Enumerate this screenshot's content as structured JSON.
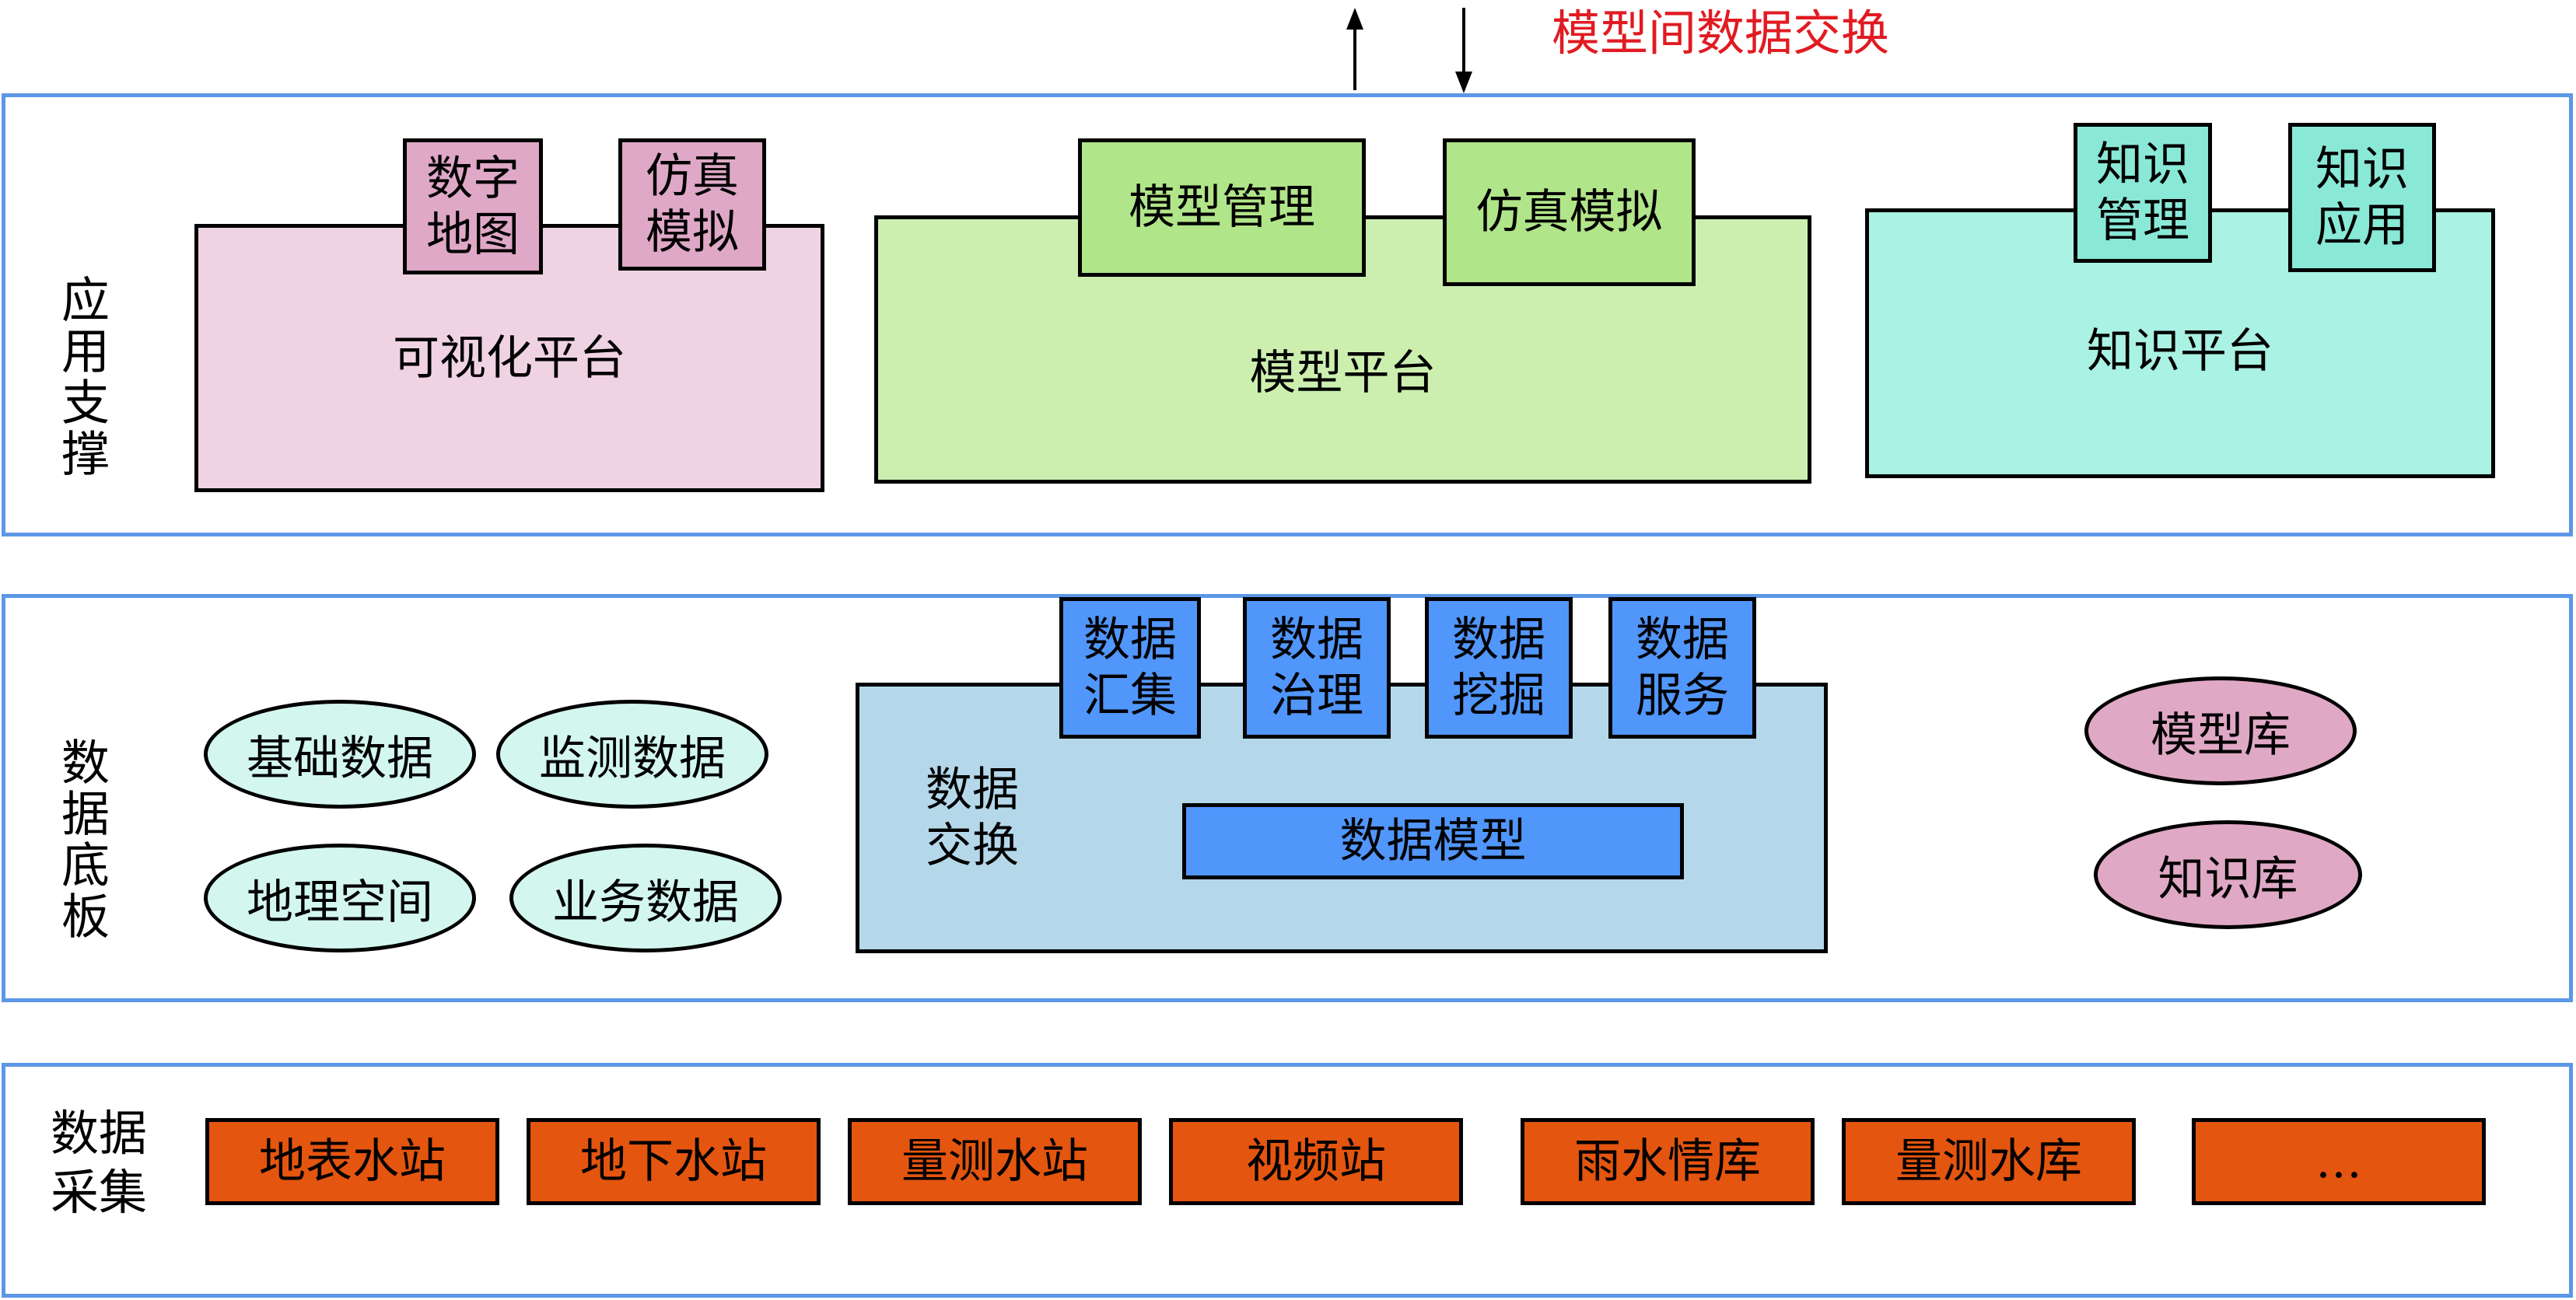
{
  "header": {
    "exchange_label": "模型间数据交换",
    "arrow_up": "up-arrow",
    "arrow_down": "down-arrow"
  },
  "colors": {
    "band_border": "#5b97e6",
    "visual_platform": "#f0d3e3",
    "visual_tab": "#dea8c6",
    "model_platform": "#ccefb0",
    "model_tab": "#b1e589",
    "knowledge_platform": "#aaf2e3",
    "knowledge_tab": "#8ae8d7",
    "exchange_box": "#b4d8ea",
    "data_tab": "#5196fb",
    "data_circle": "#d3f7ef",
    "lib_circle": "#dfa8c5",
    "collect_box": "#e4550f",
    "exchange_text": "#e11b22"
  },
  "layers": {
    "application": {
      "label": "应用支撑",
      "visual_platform": {
        "label": "可视化平台",
        "tabs": [
          "数字\n地图",
          "仿真\n模拟"
        ]
      },
      "model_platform": {
        "label": "模型平台",
        "tabs": [
          "模型管理",
          "仿真模拟"
        ]
      },
      "knowledge_platform": {
        "label": "知识平台",
        "tabs": [
          "知识\n管理",
          "知识\n应用"
        ]
      }
    },
    "data_base": {
      "label": "数据底板",
      "data_types": [
        "基础数据",
        "监测数据",
        "地理空间",
        "业务数据"
      ],
      "exchange": {
        "label": "数据\n交换",
        "tabs": [
          "数据\n汇集",
          "数据\n治理",
          "数据\n挖掘",
          "数据\n服务"
        ],
        "model_label": "数据模型"
      },
      "libraries": [
        "模型库",
        "知识库"
      ]
    },
    "collection": {
      "label": "数据采集",
      "stations": [
        "地表水站",
        "地下水站",
        "量测水站",
        "视频站",
        "雨水情库",
        "量测水库",
        "…"
      ]
    }
  }
}
